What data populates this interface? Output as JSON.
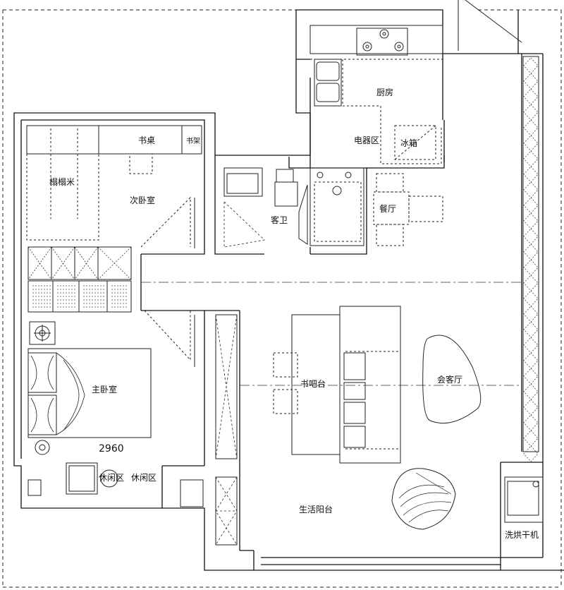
{
  "rooms": {
    "bookcase": "书桌",
    "bookshelf": "书架",
    "tatami": "榻榻米",
    "second_bedroom": "次卧室",
    "guest_bath": "客卫",
    "kitchen": "厨房",
    "appliance_zone": "电器区",
    "fridge": "冰箱",
    "dining": "餐厅",
    "bar_table": "书吧台",
    "living_room": "会客厅",
    "master_bedroom": "主卧室",
    "leisure_1": "休闲区",
    "leisure_2": "休闲区",
    "balcony": "生活阳台",
    "washer": "洗烘干机"
  },
  "dimension": "2960"
}
